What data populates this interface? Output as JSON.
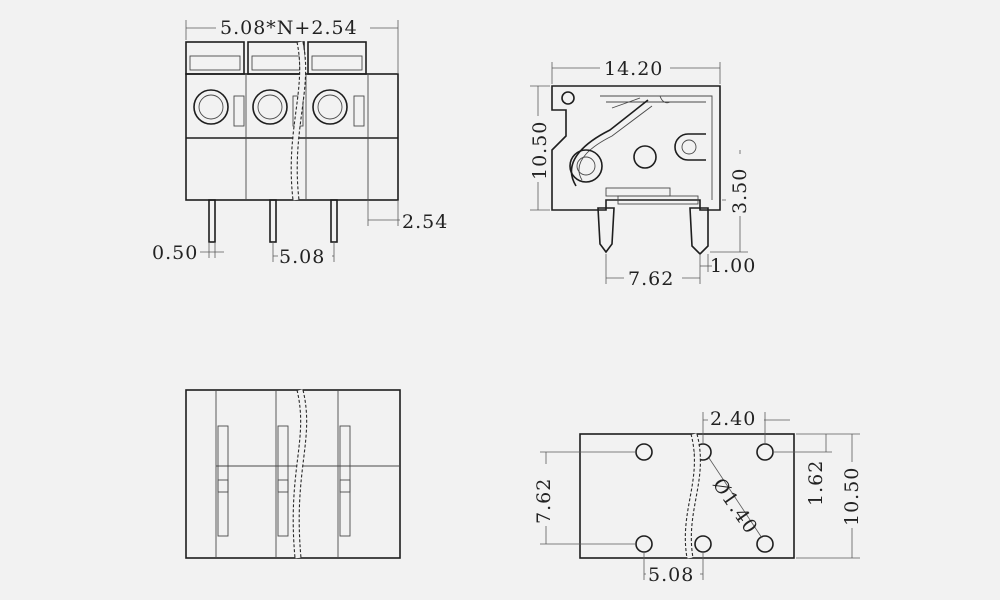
{
  "dimensions": {
    "top_width": "5.08*N+2.54",
    "pin_width": "0.50",
    "pitch_front": "5.08",
    "pin_offset": "2.54",
    "body_width": "14.20",
    "body_height": "10.50",
    "pin_height": "3.50",
    "pin_span": "7.62",
    "pin_thickness": "1.00",
    "hole_offset": "2.40",
    "hole_row_offset": "1.62",
    "footprint_height": "10.50",
    "hole_span": "7.62",
    "hole_diameter": "Ø1.40",
    "pitch_footprint": "5.08"
  },
  "colors": {
    "background": "#f2f2f2",
    "outline": "#1e1e1e",
    "dimension": "#5a5a5a"
  }
}
